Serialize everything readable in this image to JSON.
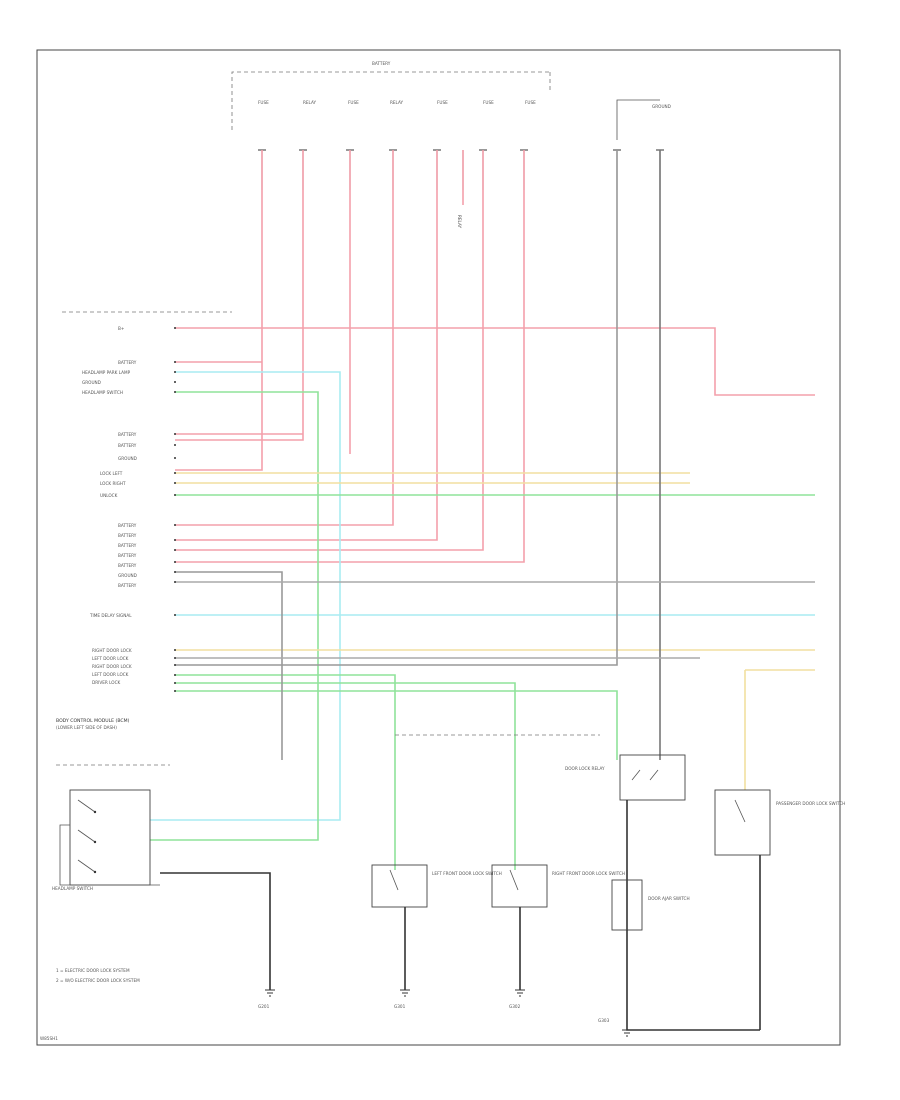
{
  "diagram": {
    "id_code": "W85SH1",
    "top_labels": [
      "BATTERY",
      "FUSE",
      "RELAY",
      "FUSE",
      "RELAY",
      "FUSE",
      "FUSE",
      "FUSE",
      "GROUND"
    ],
    "module_block_label": "BODY CONTROL MODULE (BCM)",
    "module_block_note": "(LOWER LEFT SIDE OF DASH)",
    "left_pin_labels": [
      "B+",
      "BATTERY",
      "HEADLAMP PARK LAMP",
      "GROUND",
      "HEADLAMP SWITCH",
      "BATTERY",
      "BATTERY",
      "GROUND",
      "LOCK LEFT",
      "LOCK RIGHT",
      "UNLOCK",
      "BATTERY",
      "BATTERY",
      "BATTERY",
      "BATTERY",
      "BATTERY",
      "GROUND",
      "BATTERY",
      "TIME DELAY SIGNAL",
      "RIGHT DOOR LOCK",
      "LEFT DOOR LOCK",
      "RIGHT DOOR LOCK",
      "LEFT DOOR LOCK",
      "DRIVER LOCK"
    ],
    "switch_labels": {
      "headlamp_switch": "HEADLAMP SWITCH",
      "lf_door_lock_switch": "LEFT FRONT DOOR LOCK SWITCH",
      "rf_door_lock_switch": "RIGHT FRONT DOOR LOCK SWITCH",
      "door_ajar_switch": "DOOR AJAR SWITCH",
      "passenger_switch": "PASSENGER DOOR LOCK SWITCH",
      "relay_block": "DOOR LOCK RELAY"
    },
    "ground_labels": [
      "G201",
      "G301",
      "G302",
      "G303"
    ],
    "legend": [
      "1 = ELECTRIC DOOR LOCK SYSTEM",
      "2 = W/O ELECTRIC DOOR LOCK SYSTEM"
    ],
    "wire_colors": {
      "red": "#f4a0ab",
      "cyan": "#a9ecf2",
      "green": "#8fe39a",
      "yellow": "#f2dfa0",
      "gray": "#777777",
      "black": "#333333"
    }
  }
}
